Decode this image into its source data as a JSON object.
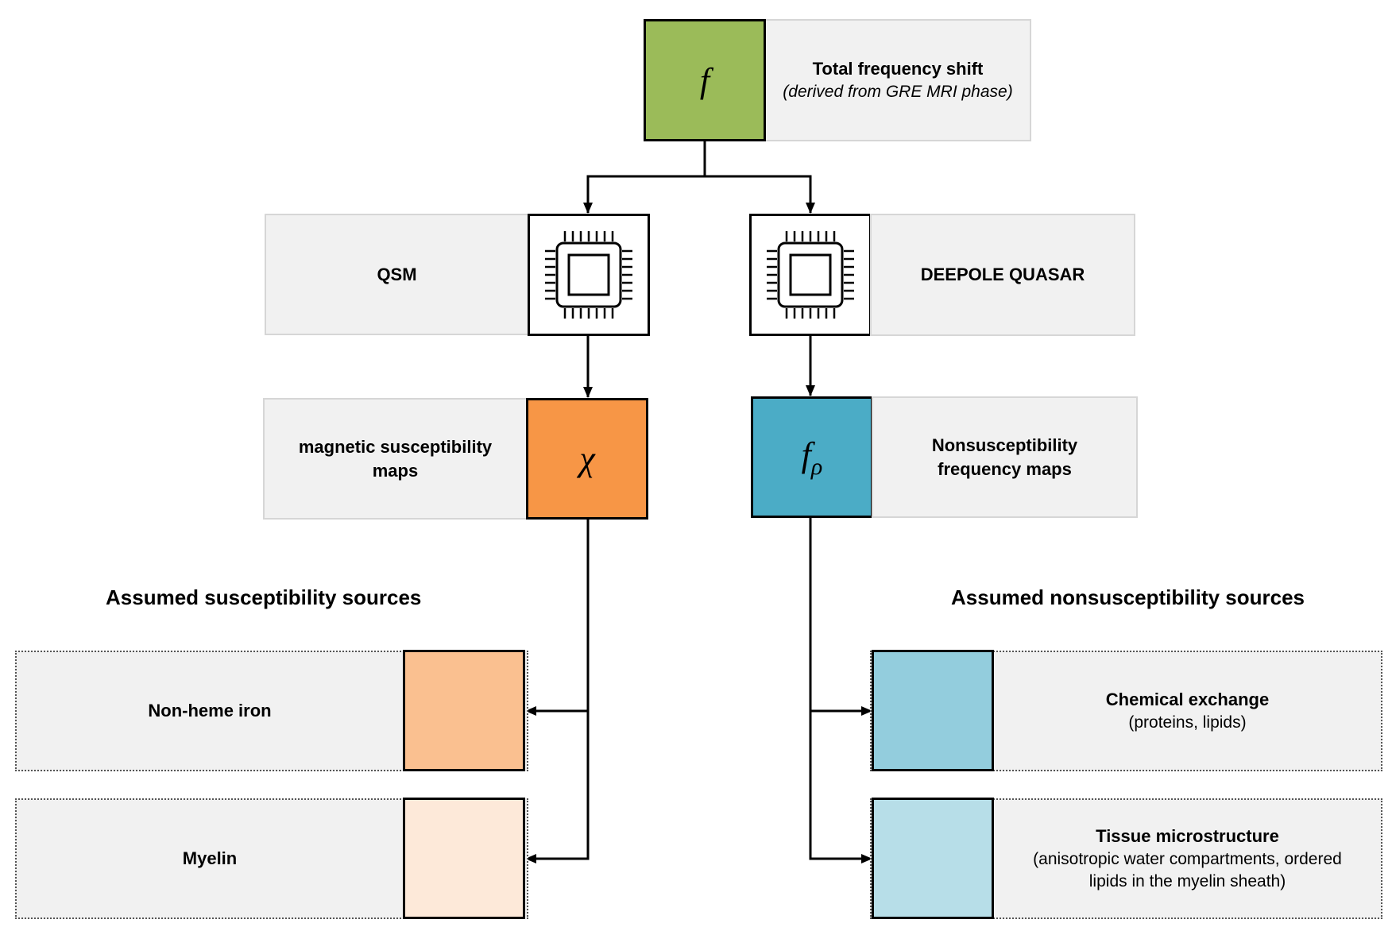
{
  "top": {
    "symbol": "f",
    "title": "Total frequency shift",
    "subtitle": "(derived from GRE MRI phase)",
    "color": "#9bbb59"
  },
  "left_method": {
    "label": "QSM"
  },
  "right_method": {
    "label": "DEEPOLE QUASAR"
  },
  "left_output": {
    "symbol": "χ",
    "label_line1": "magnetic susceptibility",
    "label_line2": "maps",
    "color": "#f79646"
  },
  "right_output": {
    "symbol_main": "f",
    "symbol_sub": "ρ",
    "label_line1": "Nonsusceptibility",
    "label_line2": "frequency maps",
    "color": "#4bacc6"
  },
  "left_heading": "Assumed susceptibility sources",
  "right_heading": "Assumed nonsusceptibility sources",
  "left_sources": [
    {
      "label": "Non-heme iron",
      "color": "#fac090"
    },
    {
      "label": "Myelin",
      "color": "#fde9d9"
    }
  ],
  "right_sources": [
    {
      "title": "Chemical exchange",
      "detail1": "(proteins, lipids)",
      "detail2": "",
      "color": "#93cddd"
    },
    {
      "title": "Tissue microstructure",
      "detail1": "(anisotropic water compartments, ordered",
      "detail2": "lipids in the myelin sheath)",
      "color": "#b7dee8"
    }
  ],
  "icons": {
    "method_icon": "cpu-chip-icon"
  }
}
